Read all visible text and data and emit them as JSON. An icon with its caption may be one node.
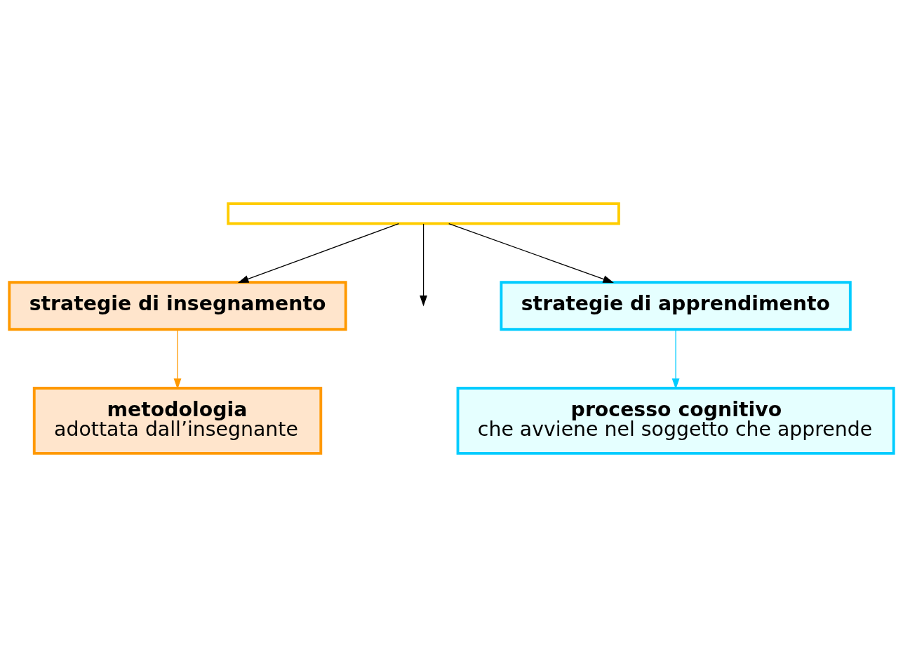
{
  "diagram": {
    "nodes": [
      {
        "text": [],
        "shape": "box"
      },
      {
        "text": [
          "strategie di insegnamento"
        ]
      },
      {
        "text": [
          "metodologia",
          "adottata dall’insegnante"
        ]
      },
      {
        "text": [
          "strategie di apprendimento"
        ]
      },
      {
        "text": [
          "processo cognitivo",
          "che avviene nel soggetto che apprende"
        ]
      }
    ],
    "edges": [
      {
        "from": 0,
        "to": 1,
        "arrow": "to"
      },
      {
        "from": 0,
        "to": null,
        "arrow": "to"
      },
      {
        "from": 0,
        "to": 3,
        "arrow": "to"
      },
      {
        "from": 1,
        "to": 2,
        "arrow": "to",
        "color": "#ff9900"
      },
      {
        "from": 3,
        "to": 4,
        "arrow": "to",
        "color": "#00ccff"
      }
    ]
  }
}
